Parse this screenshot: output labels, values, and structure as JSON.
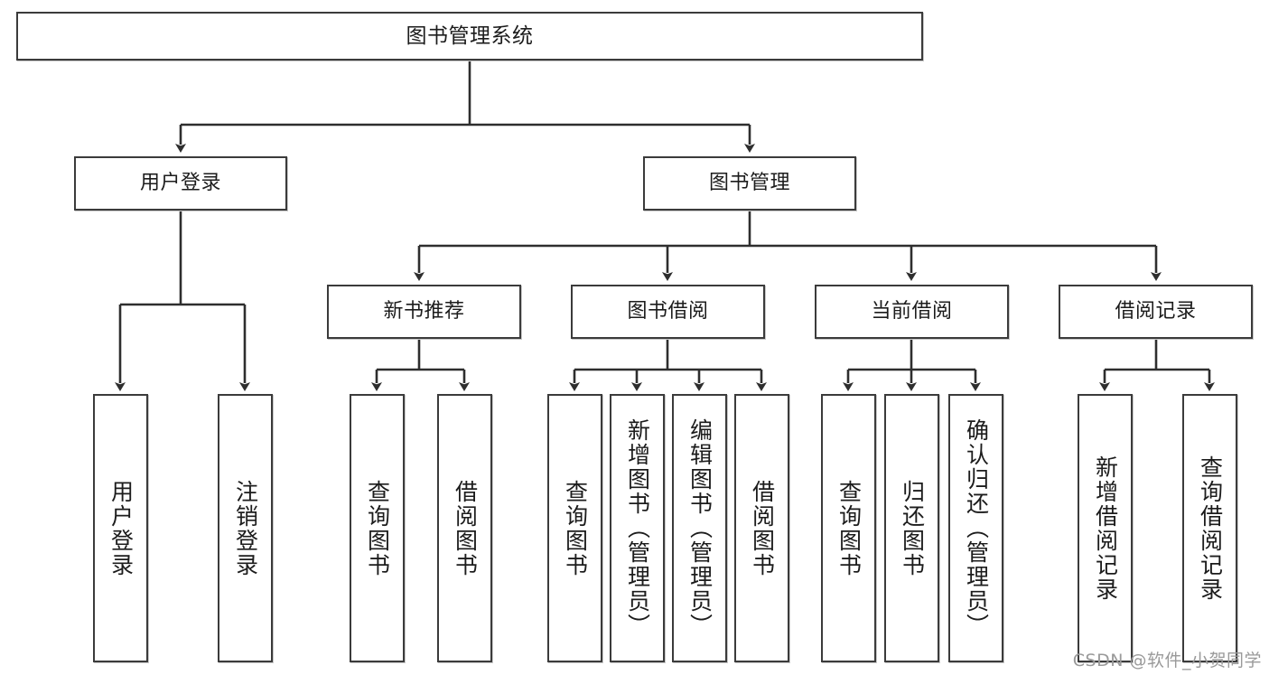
{
  "diagram": {
    "title": "图书管理系统",
    "type": "tree-hierarchy",
    "watermark": "CSDN @软件_小贺同学",
    "colors": {
      "box_border": "#3b3b3b",
      "box_fill": "#ffffff",
      "edge": "#2e2e2e",
      "text": "#1c1c1c",
      "watermark": "#9a9a9a"
    },
    "nodes": {
      "root": {
        "label": "图书管理系统"
      },
      "level2": [
        {
          "id": "user-login",
          "label": "用户登录"
        },
        {
          "id": "book-manage",
          "label": "图书管理"
        }
      ],
      "level3": [
        {
          "id": "new-book-rec",
          "label": "新书推荐"
        },
        {
          "id": "book-borrow",
          "label": "图书借阅"
        },
        {
          "id": "current-borrow",
          "label": "当前借阅"
        },
        {
          "id": "borrow-record",
          "label": "借阅记录"
        }
      ],
      "leaves": [
        {
          "id": "leaf-user-login",
          "label": "用户登录",
          "parent": "user-login"
        },
        {
          "id": "leaf-user-logout",
          "label": "注销登录",
          "parent": "user-login"
        },
        {
          "id": "leaf-query-book-1",
          "label": "查询图书",
          "parent": "new-book-rec"
        },
        {
          "id": "leaf-borrow-book-1",
          "label": "借阅图书",
          "parent": "new-book-rec"
        },
        {
          "id": "leaf-query-book-2",
          "label": "查询图书",
          "parent": "book-borrow"
        },
        {
          "id": "leaf-add-book",
          "label": "新增图书（管理员）",
          "parent": "book-borrow"
        },
        {
          "id": "leaf-edit-book",
          "label": "编辑图书（管理员）",
          "parent": "book-borrow"
        },
        {
          "id": "leaf-borrow-book-2",
          "label": "借阅图书",
          "parent": "book-borrow"
        },
        {
          "id": "leaf-query-book-3",
          "label": "查询图书",
          "parent": "current-borrow"
        },
        {
          "id": "leaf-return-book",
          "label": "归还图书",
          "parent": "current-borrow"
        },
        {
          "id": "leaf-confirm-return",
          "label": "确认归还（管理员）",
          "parent": "current-borrow"
        },
        {
          "id": "leaf-add-record",
          "label": "新增借阅记录",
          "parent": "borrow-record"
        },
        {
          "id": "leaf-query-record",
          "label": "查询借阅记录",
          "parent": "borrow-record"
        }
      ]
    }
  }
}
